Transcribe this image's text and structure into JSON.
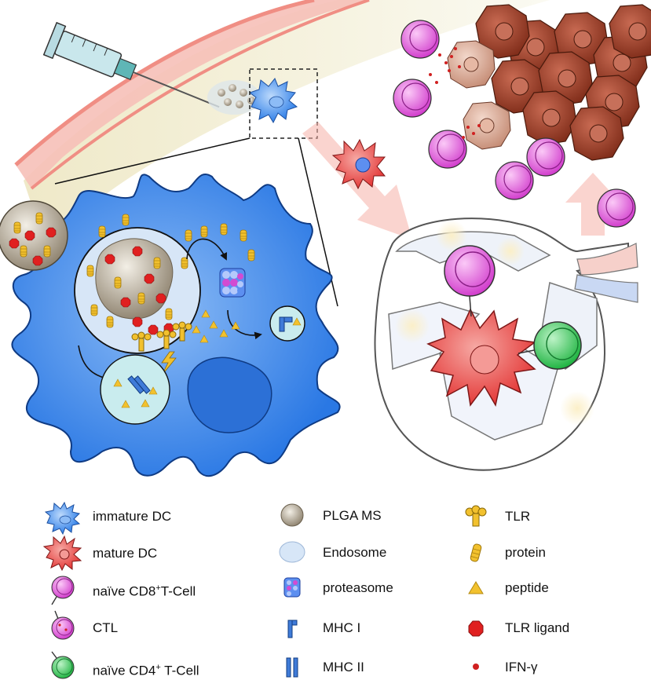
{
  "legend": {
    "col1": [
      {
        "icon": "immature-dc-icon",
        "label": "immature DC"
      },
      {
        "icon": "mature-dc-icon",
        "label": "mature DC"
      },
      {
        "icon": "naive-cd8-t-cell-icon",
        "label": "naïve CD8",
        "sup": "+",
        "label_after": "T-Cell"
      },
      {
        "icon": "ctl-icon",
        "label": "CTL"
      },
      {
        "icon": "naive-cd4-t-cell-icon",
        "label": "naïve CD4",
        "sup": "+",
        "label_after": " T-Cell"
      }
    ],
    "col2": [
      {
        "icon": "plga-ms-icon",
        "label": "PLGA MS"
      },
      {
        "icon": "endosome-icon",
        "label": "Endosome"
      },
      {
        "icon": "proteasome-icon",
        "label": "proteasome"
      },
      {
        "icon": "mhc-i-icon",
        "label": "MHC I"
      },
      {
        "icon": "mhc-ii-icon",
        "label": "MHC II"
      }
    ],
    "col3": [
      {
        "icon": "tlr-icon",
        "label": "TLR"
      },
      {
        "icon": "protein-icon",
        "label": "protein"
      },
      {
        "icon": "peptide-icon",
        "label": "peptide"
      },
      {
        "icon": "tlr-ligand-icon",
        "label": "TLR ligand"
      },
      {
        "icon": "ifn-gamma-icon",
        "label": "IFN-γ"
      }
    ]
  },
  "colors": {
    "dc_blue": "#2f7fe8",
    "dc_red": "#e8403f",
    "cd8_magenta": "#e04ad6",
    "cd4_green": "#2fc24e",
    "tumor_brown": "#9c3d28",
    "plga_gray": "#a89a7e",
    "endosome": "#d7e6f7",
    "protein_yellow": "#f2c12e",
    "tlr_ligand_red": "#e02020",
    "skin_pink": "#f6b0a8",
    "tissue_cream": "#f3eed6"
  }
}
